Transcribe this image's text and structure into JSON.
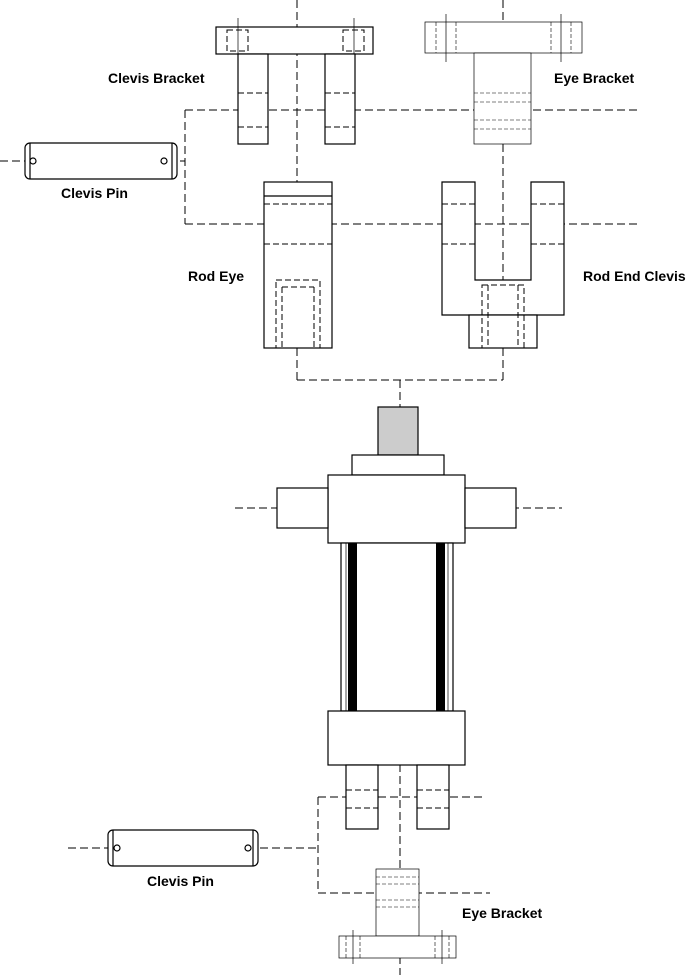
{
  "labels": {
    "clevis_bracket": "Clevis Bracket",
    "eye_bracket_top": "Eye Bracket",
    "clevis_pin_top": "Clevis Pin",
    "rod_eye": "Rod Eye",
    "rod_end_clevis": "Rod End Clevis",
    "clevis_pin_bottom": "Clevis Pin",
    "eye_bracket_bottom": "Eye Bracket"
  },
  "colors": {
    "line": "#000000",
    "background": "#ffffff",
    "rod_fill": "#cccccc",
    "tie_rod_fill": "#000000"
  }
}
